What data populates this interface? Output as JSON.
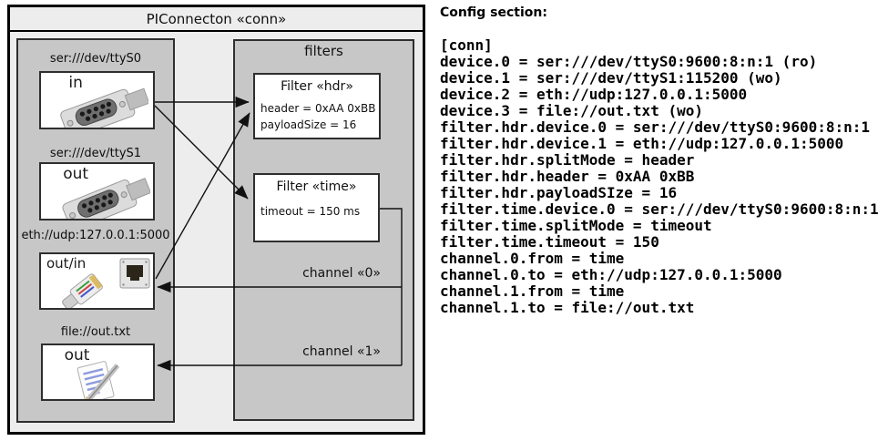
{
  "colors": {
    "outer_background": "#ededed",
    "panel_background": "#c7c7c7",
    "box_background": "#ffffff",
    "border": "#000000",
    "line": "#111111",
    "text": "#000000"
  },
  "diagram": {
    "title": "PIConnecton «conn»",
    "devices": [
      {
        "label": "ser:///dev/ttyS0",
        "port": "in",
        "icon": "serial-db9-connector"
      },
      {
        "label": "ser:///dev/ttyS1",
        "port": "out",
        "icon": "serial-db9-connector"
      },
      {
        "label": "eth://udp:127.0.0.1:5000",
        "port": "out/in",
        "icon": "ethernet-port-and-cable"
      },
      {
        "label": "file://out.txt",
        "port": "out",
        "icon": "notepad-with-pencil"
      }
    ],
    "filters_panel": {
      "title": "filters",
      "filters": [
        {
          "title": "Filter «hdr»",
          "lines": [
            "header = 0xAA 0xBB",
            "payloadSize = 16"
          ]
        },
        {
          "title": "Filter «time»",
          "lines": [
            "timeout = 150 ms"
          ]
        }
      ]
    },
    "channels": [
      {
        "label": "channel «0»"
      },
      {
        "label": "channel «1»"
      }
    ]
  },
  "config": {
    "heading": "Config section:",
    "lines": [
      "[conn]",
      "device.0 = ser:///dev/ttyS0:9600:8:n:1 (ro)",
      "device.1 = ser:///dev/ttyS1:115200 (wo)",
      "device.2 = eth://udp:127.0.0.1:5000",
      "device.3 = file://out.txt (wo)",
      "filter.hdr.device.0 = ser:///dev/ttyS0:9600:8:n:1",
      "filter.hdr.device.1 = eth://udp:127.0.0.1:5000",
      "filter.hdr.splitMode = header",
      "filter.hdr.header = 0xAA 0xBB",
      "filter.hdr.payloadSIze = 16",
      "filter.time.device.0 = ser:///dev/ttyS0:9600:8:n:1",
      "filter.time.splitMode = timeout",
      "filter.time.timeout = 150",
      "channel.0.from = time",
      "channel.0.to = eth://udp:127.0.0.1:5000",
      "channel.1.from = time",
      "channel.1.to = file://out.txt"
    ]
  }
}
